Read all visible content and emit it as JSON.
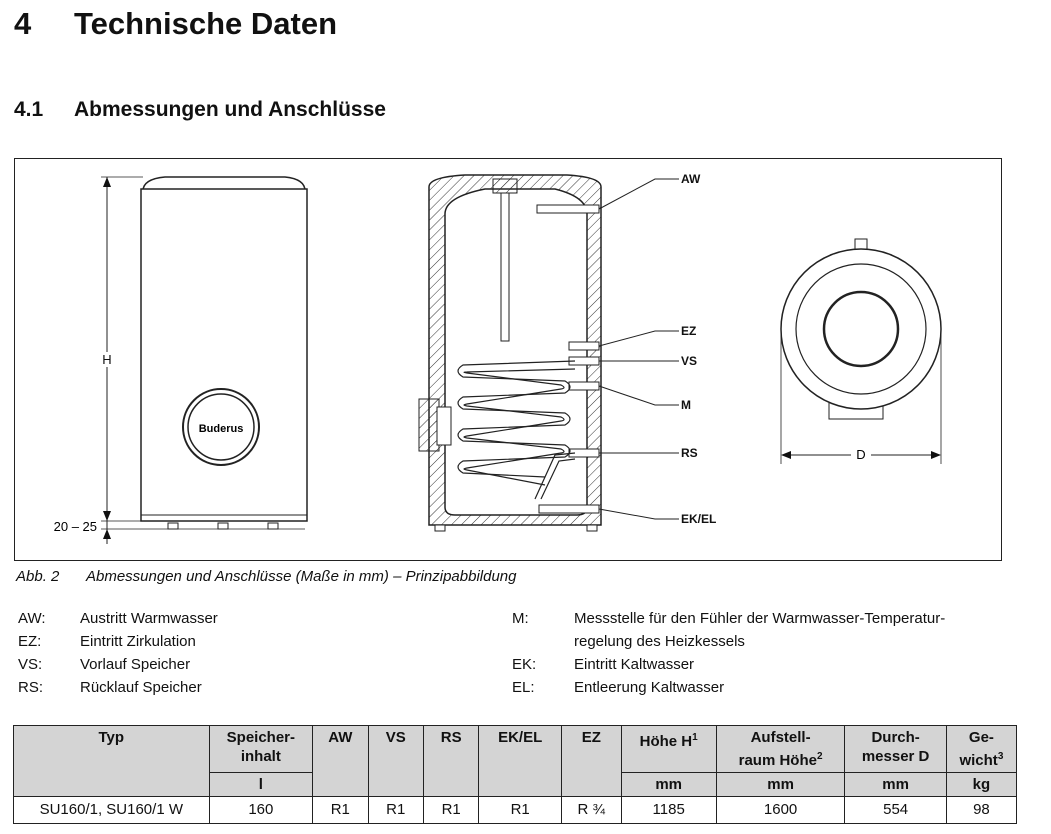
{
  "heading": {
    "number": "4",
    "title": "Technische Daten"
  },
  "subheading": {
    "number": "4.1",
    "title": "Abmessungen und Anschlüsse"
  },
  "figure": {
    "brand": "Buderus",
    "dim_height": "H",
    "dim_foot": "20 – 25",
    "dim_diameter": "D",
    "labels": {
      "aw": "AW",
      "ez": "EZ",
      "vs": "VS",
      "m": "M",
      "rs": "RS",
      "ekel": "EK/EL"
    }
  },
  "caption": {
    "label": "Abb. 2",
    "text": "Abmessungen und Anschlüsse (Maße in mm) – Prinzipabbildung"
  },
  "legend_left": [
    {
      "code": "AW:",
      "text": "Austritt Warmwasser"
    },
    {
      "code": "EZ:",
      "text": "Eintritt Zirkulation"
    },
    {
      "code": "VS:",
      "text": "Vorlauf Speicher"
    },
    {
      "code": "RS:",
      "text": "Rücklauf Speicher"
    }
  ],
  "legend_right": [
    {
      "code": "M:",
      "text": "Messstelle für den Fühler der Warmwasser-Temperatur-",
      "text2": "regelung des Heizkessels"
    },
    {
      "code": "EK:",
      "text": "Eintritt Kaltwasser"
    },
    {
      "code": "EL:",
      "text": "Entleerung Kaltwasser"
    }
  ],
  "table": {
    "headers": {
      "typ": "Typ",
      "speicher1": "Speicher-",
      "speicher2": "inhalt",
      "aw": "AW",
      "vs": "VS",
      "rs": "RS",
      "ekel": "EK/EL",
      "ez": "EZ",
      "hoehe": "Höhe H",
      "hoehe_sup": "1",
      "aufstell1": "Aufstell-",
      "aufstell2": "raum Höhe",
      "aufstell_sup": "2",
      "durch1": "Durch-",
      "durch2": "messer D",
      "gew1": "Ge-",
      "gew2": "wicht",
      "gew_sup": "3"
    },
    "units": {
      "speicher": "l",
      "hoehe": "mm",
      "aufstell": "mm",
      "durch": "mm",
      "gew": "kg"
    },
    "row": {
      "typ": "SU160/1, SU160/1 W",
      "speicher": "160",
      "aw": "R1",
      "vs": "R1",
      "rs": "R1",
      "ekel": "R1",
      "ez": "R ¾",
      "hoehe": "1185",
      "aufstell": "1600",
      "durch": "554",
      "gew": "98"
    }
  }
}
